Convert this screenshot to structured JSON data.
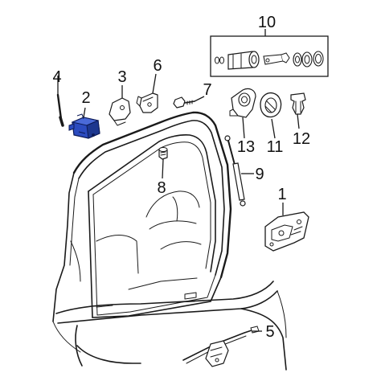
{
  "diagram": {
    "highlight_color": "#2b4bbf",
    "outline_color": "#1a1a1a",
    "background_color": "#ffffff",
    "callouts": {
      "c1": "1",
      "c2": "2",
      "c3": "3",
      "c4": "4",
      "c5": "5",
      "c6": "6",
      "c7": "7",
      "c8": "8",
      "c9": "9",
      "c10": "10",
      "c11": "11",
      "c12": "12",
      "c13": "13"
    }
  }
}
